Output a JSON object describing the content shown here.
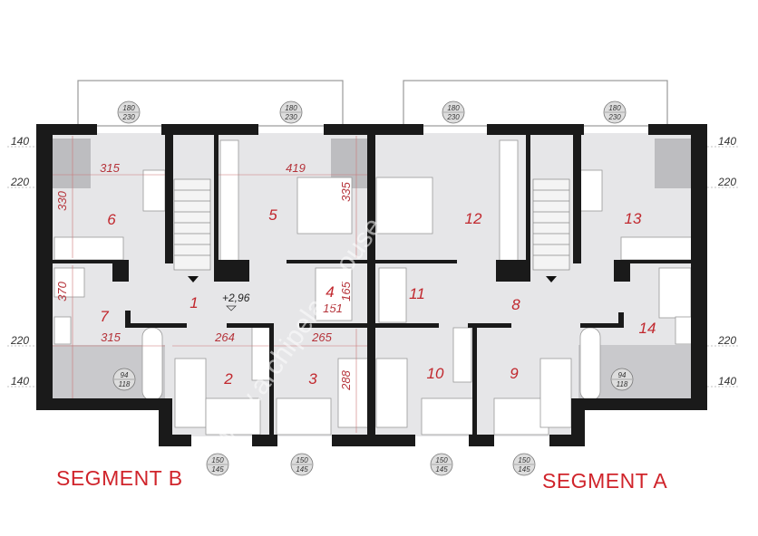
{
  "plan": {
    "level_mark": "+2,96",
    "rooms": [
      "1",
      "2",
      "3",
      "4",
      "5",
      "6",
      "7",
      "8",
      "9",
      "10",
      "11",
      "12",
      "13",
      "14"
    ],
    "dimensions": {
      "room6_width": "315",
      "room6_depth": "330",
      "room5_width": "419",
      "room5_depth": "335",
      "room7_width": "315",
      "room7_depth": "370",
      "room2_width": "264",
      "room3_width": "265",
      "room3_depth": "288",
      "room4_width": "151",
      "room4_depth": "165"
    },
    "side_levels": [
      "140",
      "220",
      "220",
      "140"
    ],
    "windows": {
      "balcony_door": [
        "180",
        "230"
      ],
      "bath_window": [
        "94",
        "118"
      ],
      "bedroom_window": [
        "150",
        "145"
      ]
    },
    "watermark": "www.archipelag-house.pl"
  },
  "segments": {
    "left": "SEGMENT B",
    "right": "SEGMENT A"
  },
  "colors": {
    "wall": "#1a1a1a",
    "floor": "#e6e6e8",
    "wet_area": "#c9c9cc",
    "label_red": "#c1272d"
  }
}
